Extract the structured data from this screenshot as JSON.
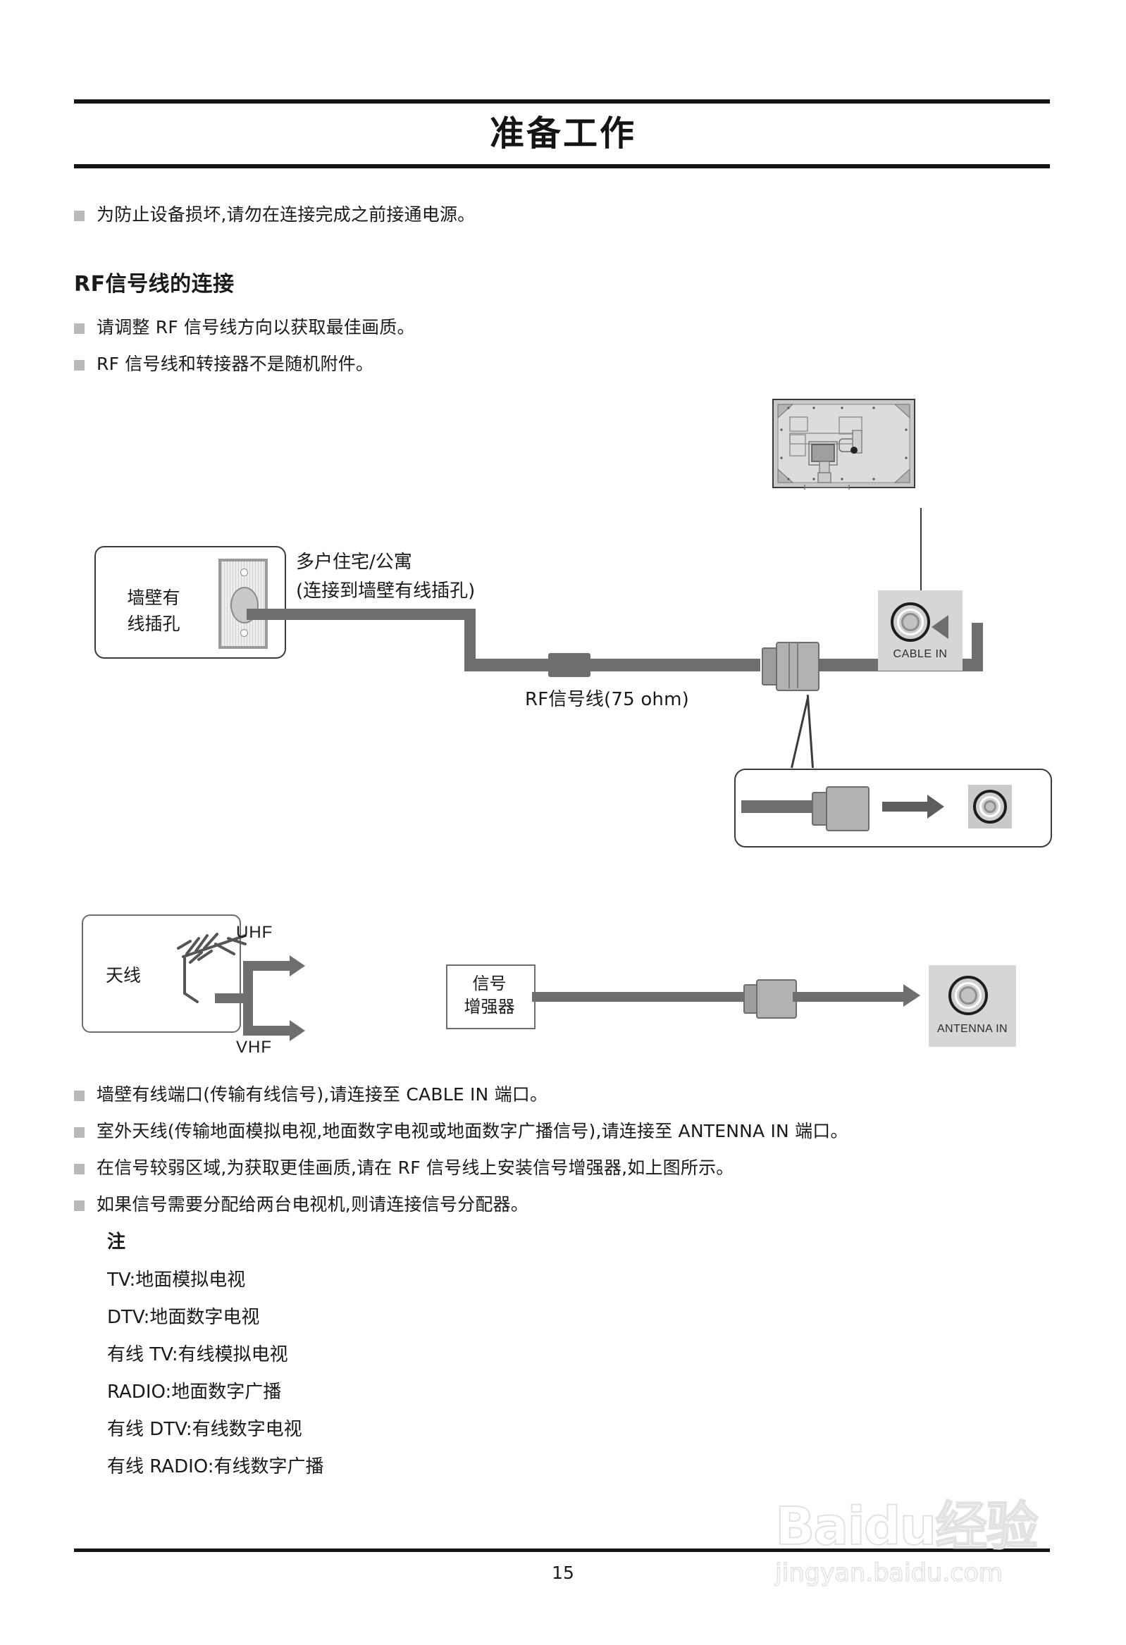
{
  "document": {
    "title": "准备工作",
    "page_number": "15"
  },
  "intro_bullets": [
    "为防止设备损坏,请勿在连接完成之前接通电源。"
  ],
  "section": {
    "heading": "RF信号线的连接",
    "bullets": [
      "请调整 RF 信号线方向以获取最佳画质。",
      "RF 信号线和转接器不是随机附件。"
    ]
  },
  "diagram_cable": {
    "wall_outlet_label": "墙壁有\n线插孔",
    "wall_outlet_line1": "墙壁有",
    "wall_outlet_line2": "线插孔",
    "callout_line1": "多户住宅/公寓",
    "callout_line2": "(连接到墙壁有线插孔)",
    "cable_label": "RF信号线(75 ohm)",
    "port_label": "CABLE IN"
  },
  "diagram_antenna": {
    "antenna_label": "天线",
    "uhf_label": "UHF",
    "vhf_label": "VHF",
    "booster_line1": "信号",
    "booster_line2": "增强器",
    "port_label": "ANTENNA IN"
  },
  "instructions": [
    "墙壁有线端口(传输有线信号),请连接至 CABLE IN 端口。",
    "室外天线(传输地面模拟电视,地面数字电视或地面数字广播信号),请连接至 ANTENNA IN 端口。",
    "在信号较弱区域,为获取更佳画质,请在 RF 信号线上安装信号增强器,如上图所示。",
    "如果信号需要分配给两台电视机,则请连接信号分配器。"
  ],
  "note": {
    "title": "注",
    "lines": [
      "TV:地面模拟电视",
      "DTV:地面数字电视",
      "有线 TV:有线模拟电视",
      "RADIO:地面数字广播",
      "有线 DTV:有线数字电视",
      "有线 RADIO:有线数字广播"
    ]
  },
  "watermark": {
    "main": "Baidu经验",
    "sub": "jingyan.baidu.com"
  },
  "colors": {
    "rule": "#151515",
    "cable": "#6e6e6e",
    "port_background": "#d6d6d6",
    "bullet_mark": "#b9b9b9"
  }
}
